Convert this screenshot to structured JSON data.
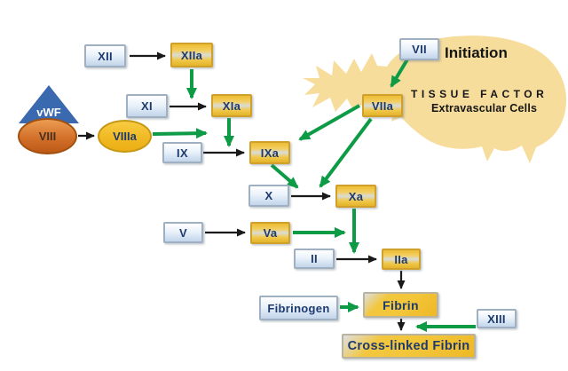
{
  "region_labels": {
    "initiation": "Initiation",
    "tissue_factor": "TISSUE FACTOR",
    "extravascular_cells": "Extravascular Cells"
  },
  "nodes": {
    "xii": "XII",
    "xiia": "XIIa",
    "xi": "XI",
    "xia": "XIa",
    "ix": "IX",
    "ixa": "IXa",
    "x": "X",
    "xa": "Xa",
    "v": "V",
    "va": "Va",
    "ii": "II",
    "iia": "IIa",
    "vii": "VII",
    "viia": "VIIa",
    "vwf": "vWF",
    "viii": "VIII",
    "viiia": "VIIIa",
    "fibrinogen": "Fibrinogen",
    "fibrin": "Fibrin",
    "xiii": "XIII",
    "cross_linked_fibrin": "Cross-linked Fibrin"
  },
  "edges": [
    {
      "from": "XII",
      "to": "XIIa",
      "style": "black"
    },
    {
      "from": "XI",
      "to": "XIa",
      "style": "black"
    },
    {
      "from": "VIII",
      "to": "VIIIa",
      "style": "black"
    },
    {
      "from": "IX",
      "to": "IXa",
      "style": "black"
    },
    {
      "from": "X",
      "to": "Xa",
      "style": "black"
    },
    {
      "from": "V",
      "to": "Va",
      "style": "black"
    },
    {
      "from": "II",
      "to": "IIa",
      "style": "black"
    },
    {
      "from": "IIa",
      "to": "Fibrin",
      "style": "black"
    },
    {
      "from": "Fibrin",
      "to": "Cross-linked Fibrin",
      "style": "black"
    },
    {
      "from": "XIIa",
      "to": "XI-XIa reaction",
      "style": "green"
    },
    {
      "from": "XIa",
      "to": "IX-IXa reaction",
      "style": "green"
    },
    {
      "from": "VIIIa",
      "to": "IX-IXa reaction",
      "style": "green"
    },
    {
      "from": "VII",
      "to": "VIIa",
      "style": "green"
    },
    {
      "from": "VIIa",
      "to": "IXa",
      "style": "green"
    },
    {
      "from": "VIIa",
      "to": "X-Xa reaction",
      "style": "green"
    },
    {
      "from": "IXa",
      "to": "X-Xa reaction",
      "style": "green"
    },
    {
      "from": "Xa",
      "to": "II-IIa reaction",
      "style": "green"
    },
    {
      "from": "Va",
      "to": "Xa arrow",
      "style": "green"
    },
    {
      "from": "Fibrinogen",
      "to": "Fibrin",
      "style": "green"
    },
    {
      "from": "XIII",
      "to": "Fibrin-Cross-linked Fibrin reaction",
      "style": "green"
    }
  ],
  "colors": {
    "active_box_gold": "#eec23c",
    "inactive_box_blue": "#dce9f6",
    "label_navy": "#1e3a6e",
    "activation_arrow_green": "#0d9b45",
    "conversion_arrow_black": "#1a1a1a",
    "tissue_factor_region": "#f7dd9c",
    "vwf_triangle_blue": "#3a69b0",
    "viii_ellipse_orange": "#d3702a"
  }
}
